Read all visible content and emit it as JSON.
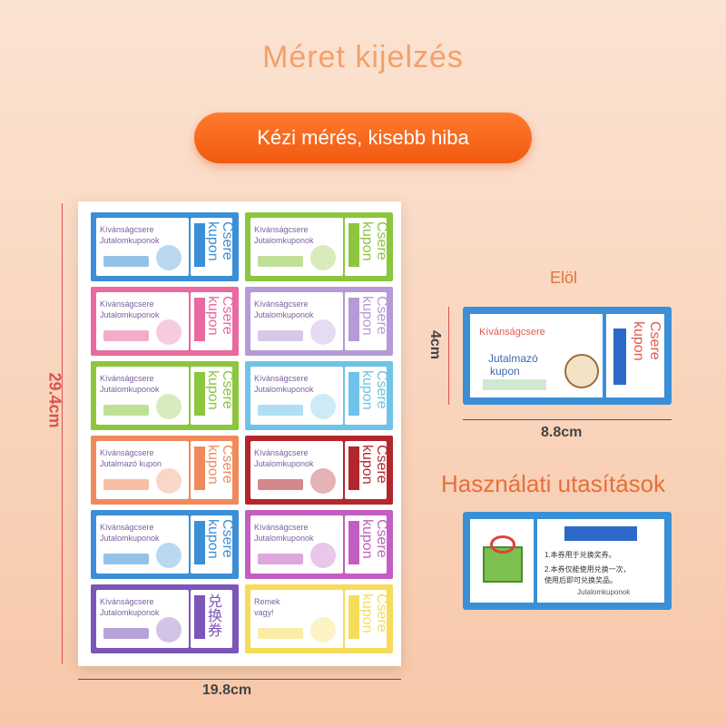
{
  "header": {
    "title": "Méret kijelzés",
    "pill": "Kézi mérés, kisebb hiba"
  },
  "dimensions": {
    "height": "29.4cm",
    "width": "19.8cm",
    "card_height": "4cm",
    "card_width": "8.8cm"
  },
  "front": {
    "label": "Elöl",
    "line1": "Kívánságcsere",
    "line2": "Jutalmazó",
    "line3": "kupon",
    "stub": "Csere kupon"
  },
  "instructions": {
    "label": "Használati utasítások",
    "line1": "1.本券用于兑换奖券。",
    "line2": "2.本券仅能使用兑换一次，",
    "line3": "使用后即可兑换奖品。",
    "footer": "Jutalomkuponok"
  },
  "cards": [
    {
      "line1": "Kívánságcsere",
      "line2": "Jutalomkuponok",
      "stub": "Csere kupon",
      "color": "#3b8fd6"
    },
    {
      "line1": "Kívánságcsere",
      "line2": "Jutalomkuponok",
      "stub": "Csere kupon",
      "color": "#8cc63f"
    },
    {
      "line1": "Kívánságcsere",
      "line2": "Jutalomkuponok",
      "stub": "Csere kupon",
      "color": "#e86aa0"
    },
    {
      "line1": "Kívánságcsere",
      "line2": "Jutalomkuponok",
      "stub": "Csere kupon",
      "color": "#b69ad8"
    },
    {
      "line1": "Kívánságcsere",
      "line2": "Jutalomkuponok",
      "stub": "Csere kupon",
      "color": "#8cc63f"
    },
    {
      "line1": "Kívánságcsere",
      "line2": "Jutalomkuponok",
      "stub": "Csere kupon",
      "color": "#6fc3e8"
    },
    {
      "line1": "Kívánságcsere",
      "line2": "Jutalmazó kupon",
      "stub": "Csere kupon",
      "color": "#f08a5d"
    },
    {
      "line1": "Kívánságcsere",
      "line2": "Jutalomkuponok",
      "stub": "Csere kupon",
      "color": "#b3262c"
    },
    {
      "line1": "Kívánságcsere",
      "line2": "Jutalomkuponok",
      "stub": "Csere kupon",
      "color": "#3b8fd6"
    },
    {
      "line1": "Kívánságcsere",
      "line2": "Jutalomkuponok",
      "stub": "Csere kupon",
      "color": "#c25ec2"
    },
    {
      "line1": "Kívánságcsere",
      "line2": "Jutalomkuponok",
      "stub": "兑换券",
      "color": "#7b55b8"
    },
    {
      "line1": "Remek",
      "line2": "vagy!",
      "stub": "Csere kupon",
      "color": "#f6dc5a"
    }
  ]
}
